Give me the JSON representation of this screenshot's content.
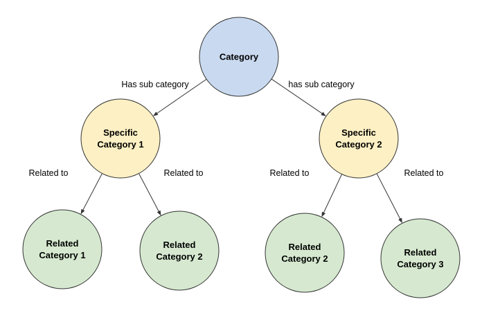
{
  "colors": {
    "root_fill": "#c9daf0",
    "specific_fill": "#fdf0c4",
    "related_fill": "#d6e9d0",
    "stroke": "#333333"
  },
  "nodes": [
    {
      "id": "category",
      "kind": "root",
      "lines": [
        "Category"
      ]
    },
    {
      "id": "specific-1",
      "kind": "specific",
      "lines": [
        "Specific",
        "Category 1"
      ]
    },
    {
      "id": "specific-2",
      "kind": "specific",
      "lines": [
        "Specific",
        "Category 2"
      ]
    },
    {
      "id": "related-a",
      "kind": "related",
      "lines": [
        "Related",
        "Category 1"
      ]
    },
    {
      "id": "related-b",
      "kind": "related",
      "lines": [
        "Related",
        "Category 2"
      ]
    },
    {
      "id": "related-c",
      "kind": "related",
      "lines": [
        "Related",
        "Category 2"
      ]
    },
    {
      "id": "related-d",
      "kind": "related",
      "lines": [
        "Related",
        "Category 3"
      ]
    }
  ],
  "edges": [
    {
      "from": "category",
      "to": "specific-1",
      "label": "Has sub category"
    },
    {
      "from": "category",
      "to": "specific-2",
      "label": "has sub category"
    },
    {
      "from": "specific-1",
      "to": "related-a",
      "label": "Related to"
    },
    {
      "from": "specific-1",
      "to": "related-b",
      "label": "Related to"
    },
    {
      "from": "specific-2",
      "to": "related-c",
      "label": "Related to"
    },
    {
      "from": "specific-2",
      "to": "related-d",
      "label": "Related to"
    }
  ]
}
